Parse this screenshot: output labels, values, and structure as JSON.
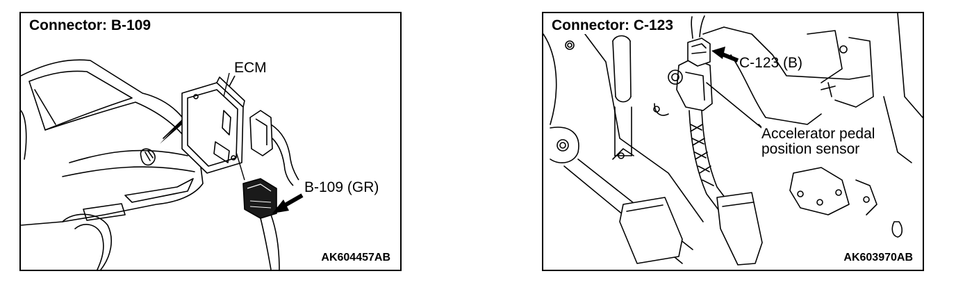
{
  "left_panel": {
    "title": "Connector: B-109",
    "ecm_label": "ECM",
    "connector_label": "B-109 (GR)",
    "figure_code": "AK604457AB"
  },
  "right_panel": {
    "title": "Connector: C-123",
    "connector_label": "C-123 (B)",
    "sensor_label_line1": "Accelerator pedal",
    "sensor_label_line2": "position sensor",
    "figure_code": "AK603970AB"
  }
}
